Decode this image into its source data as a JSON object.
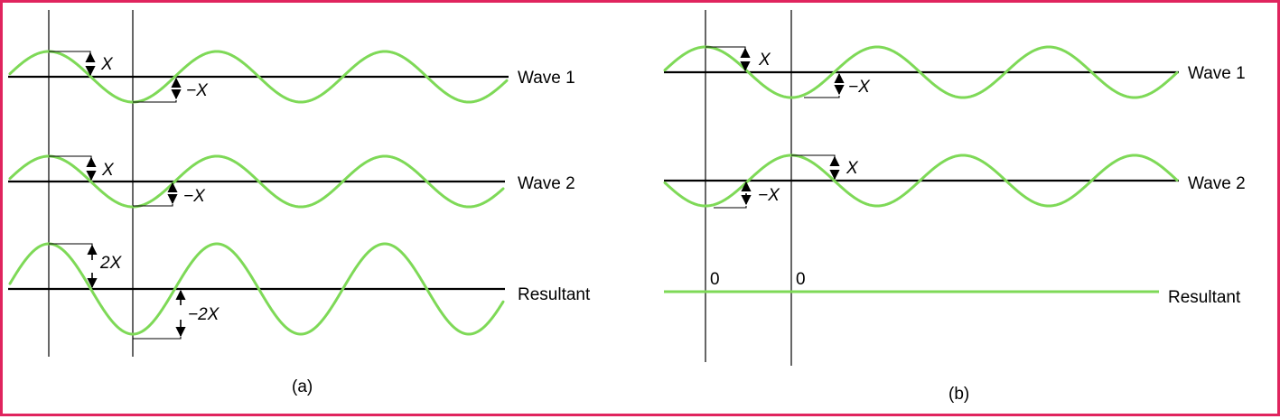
{
  "colors": {
    "wave": "#7ed957",
    "border": "#e0245e",
    "ink": "#000000"
  },
  "panel_a": {
    "caption": "(a)",
    "wave1": {
      "name": "Wave 1",
      "amp_pos": "X",
      "amp_neg": "−X"
    },
    "wave2": {
      "name": "Wave 2",
      "amp_pos": "X",
      "amp_neg": "−X"
    },
    "resultant": {
      "name": "Resultant",
      "amp_pos": "2X",
      "amp_neg": "−2X"
    }
  },
  "panel_b": {
    "caption": "(b)",
    "wave1": {
      "name": "Wave 1",
      "amp_pos": "X",
      "amp_neg": "−X"
    },
    "wave2": {
      "name": "Wave 2",
      "amp_pos": "X",
      "amp_neg": "−X"
    },
    "resultant": {
      "name": "Resultant",
      "zero_left": "0",
      "zero_right": "0"
    }
  }
}
